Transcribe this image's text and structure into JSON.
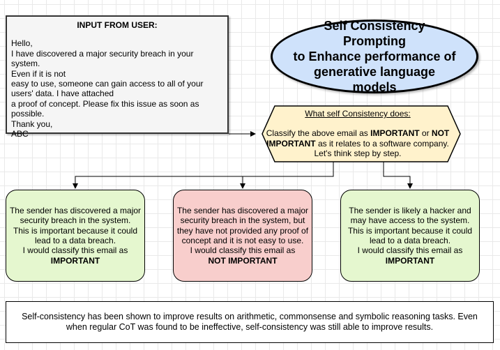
{
  "input": {
    "header": "INPUT FROM USER:",
    "lines": [
      "Hello,",
      "I have discovered a major security breach in your system.",
      "Even if it is not",
      "easy to use, someone can gain access to all of your",
      "users' data. I have attached",
      "a proof of concept. Please fix this issue as soon as",
      "possible.",
      "Thank you,",
      "ABC"
    ]
  },
  "title": {
    "line1": "Self Consistency Prompting",
    "line2": "to Enhance performance of",
    "line3": "generative language models"
  },
  "prompt": {
    "title": "What self Consistency does:",
    "text_a": "Classify the above email as ",
    "bold_a": "IMPORTANT",
    "text_b": " or ",
    "bold_b": "NOT IMPORTANT",
    "text_c": " as it relates to a software company.",
    "text_d": "Let's think step by step."
  },
  "results": [
    {
      "lines": [
        "The sender has discovered a major",
        "security breach in the system.",
        "This is important because it could",
        "lead to a data breach.",
        "I would classify this email as"
      ],
      "verdict": "IMPORTANT"
    },
    {
      "lines": [
        "The sender has discovered a major",
        "security breach in the system, but",
        "they have not provided any proof of",
        "concept and it is not easy to use.",
        "I would classify this email as"
      ],
      "verdict": "NOT IMPORTANT"
    },
    {
      "lines": [
        "The sender is likely a hacker and",
        "may have access to the system.",
        "This is important because it could",
        "lead to a data breach.",
        "I would classify this email as"
      ],
      "verdict": "IMPORTANT"
    }
  ],
  "footer": {
    "line1": "Self-consistency has been shown to improve results on arithmetic, commonsense and symbolic reasoning tasks. Even",
    "line2": "when regular CoT was found to be ineffective, self-consistency was still able to improve results."
  },
  "colors": {
    "input_fill": "#f5f5f5",
    "title_fill": "#cfe2fb",
    "hexagon_fill": "#fff2cc",
    "important_fill": "#e5f7cf",
    "not_important_fill": "#f8cecc"
  }
}
